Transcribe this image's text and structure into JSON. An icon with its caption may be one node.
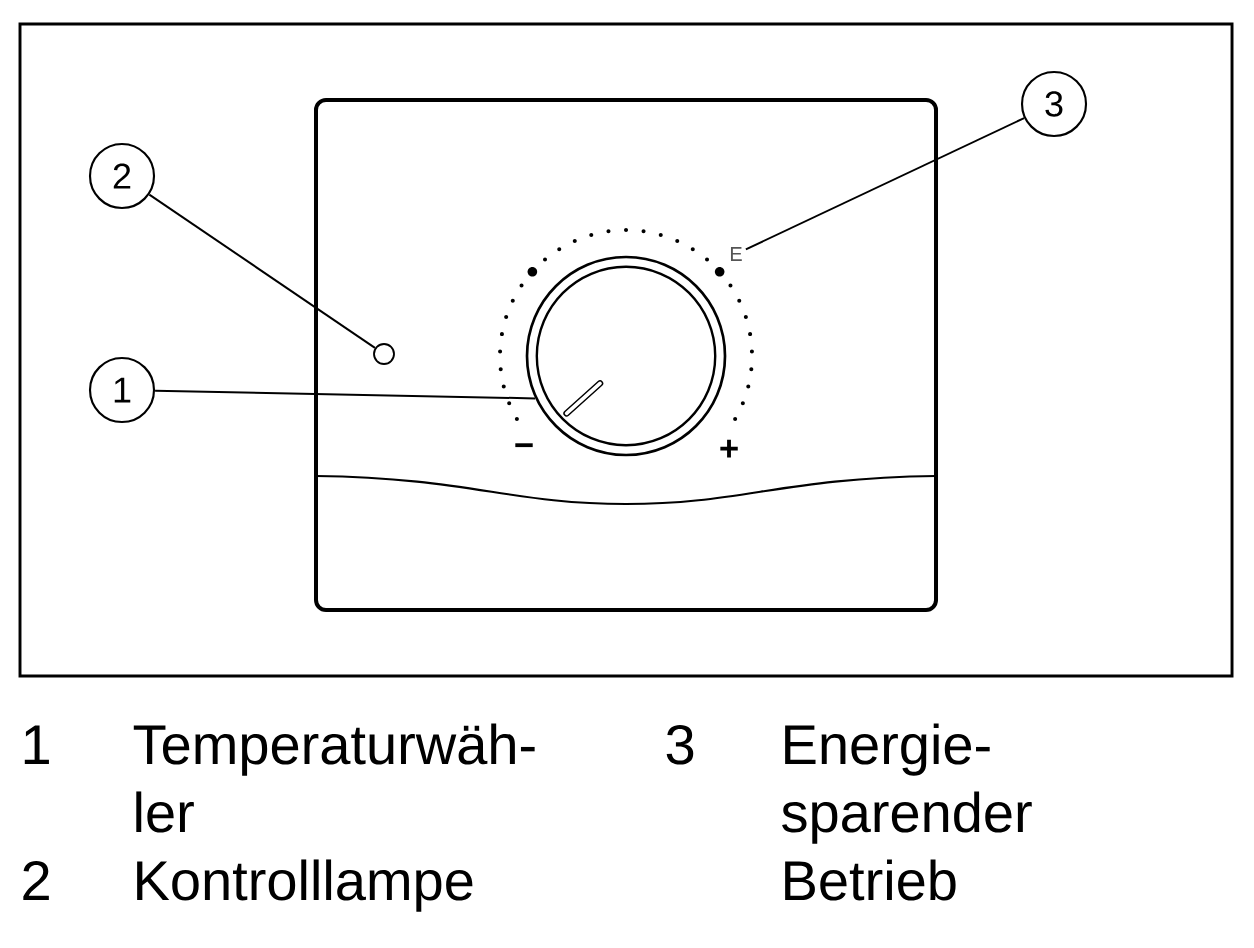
{
  "diagram": {
    "nodes": [
      {
        "text": [
          "2"
        ]
      },
      {
        "text": [
          "3"
        ]
      },
      {
        "text": [
          "1"
        ]
      },
      {
        "text": [],
        "shape": "circle"
      },
      {
        "text": [
          "E"
        ]
      },
      {
        "text": [],
        "shape": "circle"
      }
    ],
    "edges": [
      {
        "from": 0,
        "to": 3,
        "arrow": "none"
      },
      {
        "from": 1,
        "to": 4,
        "arrow": "none"
      },
      {
        "from": 2,
        "to": 5,
        "arrow": "none"
      }
    ],
    "labels": [
      "−",
      "+",
      "1",
      "Temperaturwäh- ler",
      "3",
      "Energie- sparender Betrieb",
      "2",
      "Kontrolllampe"
    ]
  }
}
